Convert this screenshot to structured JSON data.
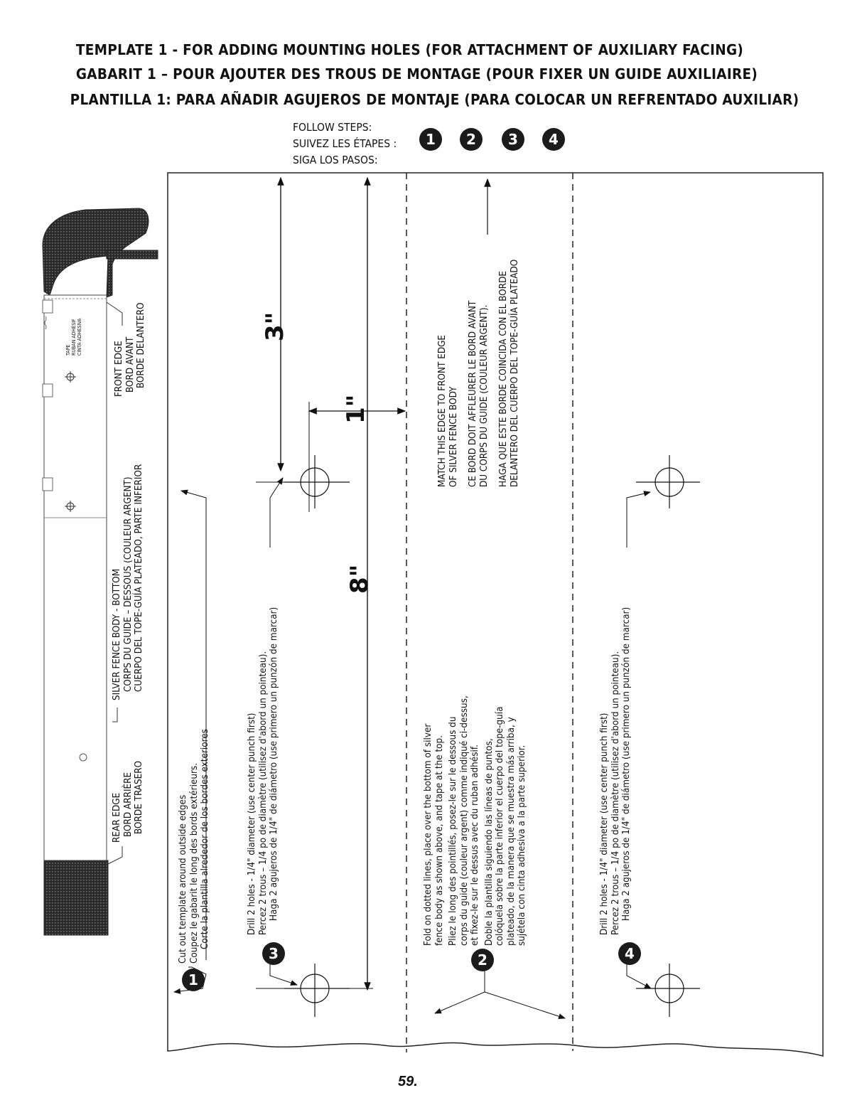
{
  "header": {
    "title_en": "TEMPLATE 1  -  FOR ADDING MOUNTING HOLES (FOR ATTACHMENT OF AUXILIARY FACING)",
    "title_fr": "GABARIT 1 – POUR AJOUTER DES TROUS DE MONTAGE (POUR FIXER UN GUIDE AUXILIAIRE)",
    "title_es": "PLANTILLA 1: PARA AÑADIR AGUJEROS DE MONTAJE (PARA COLOCAR UN REFRENTADO AUXILIAR)"
  },
  "follow_steps": {
    "en": "FOLLOW STEPS:",
    "fr": "SUIVEZ LES ÉTAPES :",
    "es": "SIGA LOS PASOS:",
    "numbers": [
      "1",
      "2",
      "3",
      "4"
    ]
  },
  "fence_diagram": {
    "tape": [
      "TAPE",
      "RUBAN ADHÉSIF",
      "CINTA ADHESIVA"
    ],
    "front_edge": [
      "FRONT EDGE",
      "BORD AVANT",
      "BORDE DELANTERO"
    ],
    "fence_body": [
      "SILVER FENCE BODY - BOTTOM",
      "CORPS DU GUIDE – DESSOUS (COULEUR ARGENT)",
      "CUERPO DEL TOPE-GUÍA PLATEADO, PARTE INFERIOR"
    ],
    "rear_edge": [
      "REAR EDGE",
      "BORD ARRIÈRE",
      "BORDE TRASERO"
    ]
  },
  "step1": {
    "number": "1",
    "lines": [
      "Cut out template around outside edges",
      "Coupez le gabarit le long des bords extérieurs.",
      "Corte la plantilla alrededor de los bordes exteriores"
    ]
  },
  "step3": {
    "number": "3",
    "lines": [
      "Drill 2 holes - 1/4\" diameter (use center punch first)",
      "Percez 2 trous – 1/4 po de diamètre (utilisez d'abord un pointeau).",
      "Haga 2 agujeros de 1/4\" de diámetro (use primero un punzón de marcar)"
    ]
  },
  "step4": {
    "number": "4",
    "lines": [
      "Drill 2 holes - 1/4\" diameter (use center punch first)",
      "Percez 2 trous – 1/4 po de diamètre (utilisez d'abord un pointeau).",
      "Haga 2 agujeros de 1/4\" de diámetro (use primero un punzón de marcar)"
    ]
  },
  "step2": {
    "number": "2",
    "en": [
      "Fold on dotted lines, place over the bottom of silver",
      "fence body as shown above, and tape at the top."
    ],
    "fr": [
      "Pliez le long des pointillés, posez-le sur le dessous du",
      "corps du guide (couleur argent) comme indiqué ci-dessus,",
      "et fixez-le sur le dessus avec du ruban adhésif."
    ],
    "es": [
      "Doble la plantilla siguiendo las líneas de puntos,",
      "colóquela sobre la parte inferior el cuerpo del tope-guía",
      "plateado, de la manera que se muestra más arriba, y",
      "sujétela con cinta adhesiva a la parte superior."
    ]
  },
  "match_edge": {
    "en": [
      "MATCH THIS EDGE TO FRONT EDGE",
      "OF SILVER FENCE BODY"
    ],
    "fr": [
      "CE BORD DOIT AFFLEURER LE BORD AVANT",
      "DU CORPS DU GUIDE (COULEUR ARGENT)."
    ],
    "es": [
      "HAGA QUE ESTE BORDE COINCIDA CON EL BORDE",
      "DELANTERO DEL CUERPO DEL TOPE-GUÍA PLATEADO"
    ]
  },
  "dimensions": {
    "three": "3\"",
    "one": "1\"",
    "eight": "8\""
  },
  "page_number": "59."
}
